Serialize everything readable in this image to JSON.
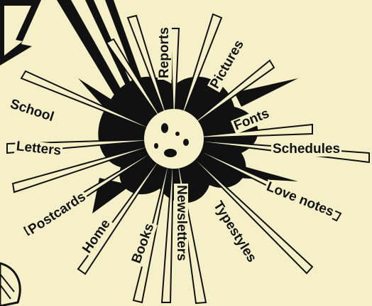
{
  "colors": {
    "background": "#f5f0c8",
    "ink": "#111111"
  },
  "labels": {
    "reports": "Reports",
    "pictures": "Pictures",
    "fonts": "Fonts",
    "schedules": "Schedules",
    "love_notes": "Love notes",
    "typestyles": "Typestyles",
    "newsletters": "Newsletters",
    "books": "Books",
    "home": "Home",
    "postcards": "Postcards",
    "letters": "Letters",
    "school": "School"
  }
}
